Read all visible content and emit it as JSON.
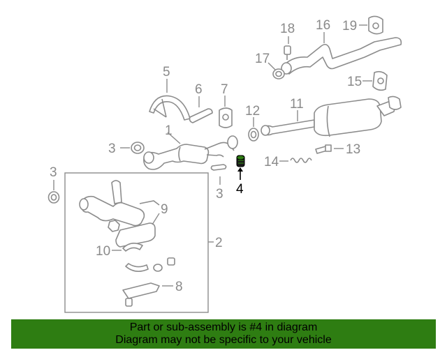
{
  "diagram": {
    "callouts": {
      "c1": "1",
      "c2": "2",
      "c3a": "3",
      "c3b": "3",
      "c3c": "3",
      "c4": "4",
      "c5": "5",
      "c6": "6",
      "c7": "7",
      "c8": "8",
      "c9": "9",
      "c10": "10",
      "c11": "11",
      "c12": "12",
      "c13": "13",
      "c14": "14",
      "c15": "15",
      "c16": "16",
      "c17": "17",
      "c18": "18",
      "c19": "19"
    },
    "highlight_part": "4",
    "highlight_color": "#000000",
    "line_color": "#8c8c8c"
  },
  "banner": {
    "line1": "Part or sub-assembly is #4 in diagram",
    "line2": "Diagram may not be specific to your vehicle",
    "color": "#2e7d12"
  }
}
